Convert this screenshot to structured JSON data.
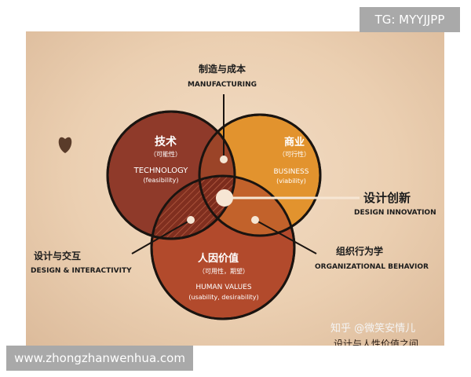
{
  "tg_badge": "TG: MYYJJPP",
  "url_banner": "www.zhongzhanwenhua.com",
  "outer_labels": {
    "manufacturing_cn": "制造与成本",
    "manufacturing_en": "MANUFACTURING",
    "design_innovation_cn": "设计创新",
    "design_innovation_en": "DESIGN INNOVATION",
    "design_interactivity_cn": "设计与交互",
    "design_interactivity_en": "DESIGN & INTERACTIVITY",
    "organizational_cn": "组织行为学",
    "organizational_en": "ORGANIZATIONAL BEHAVIOR"
  },
  "circles": {
    "technology": {
      "cn": "技术",
      "sub": "（可能性）",
      "en": "TECHNOLOGY",
      "en_sub": "(feasibility)",
      "color": "#8f3a2a"
    },
    "business": {
      "cn": "商业",
      "sub": "（可行性）",
      "en": "BUSINESS",
      "en_sub": "(viability)",
      "color": "#e2932e"
    },
    "human": {
      "cn": "人因价值",
      "sub": "（可用性，期望）",
      "en": "HUMAN VALUES",
      "en_sub": "(usability, desirability)",
      "color": "#b24a2c"
    }
  },
  "watermark": "知乎 @微笑安情儿",
  "bottom_text": "设计与人性价值之间"
}
